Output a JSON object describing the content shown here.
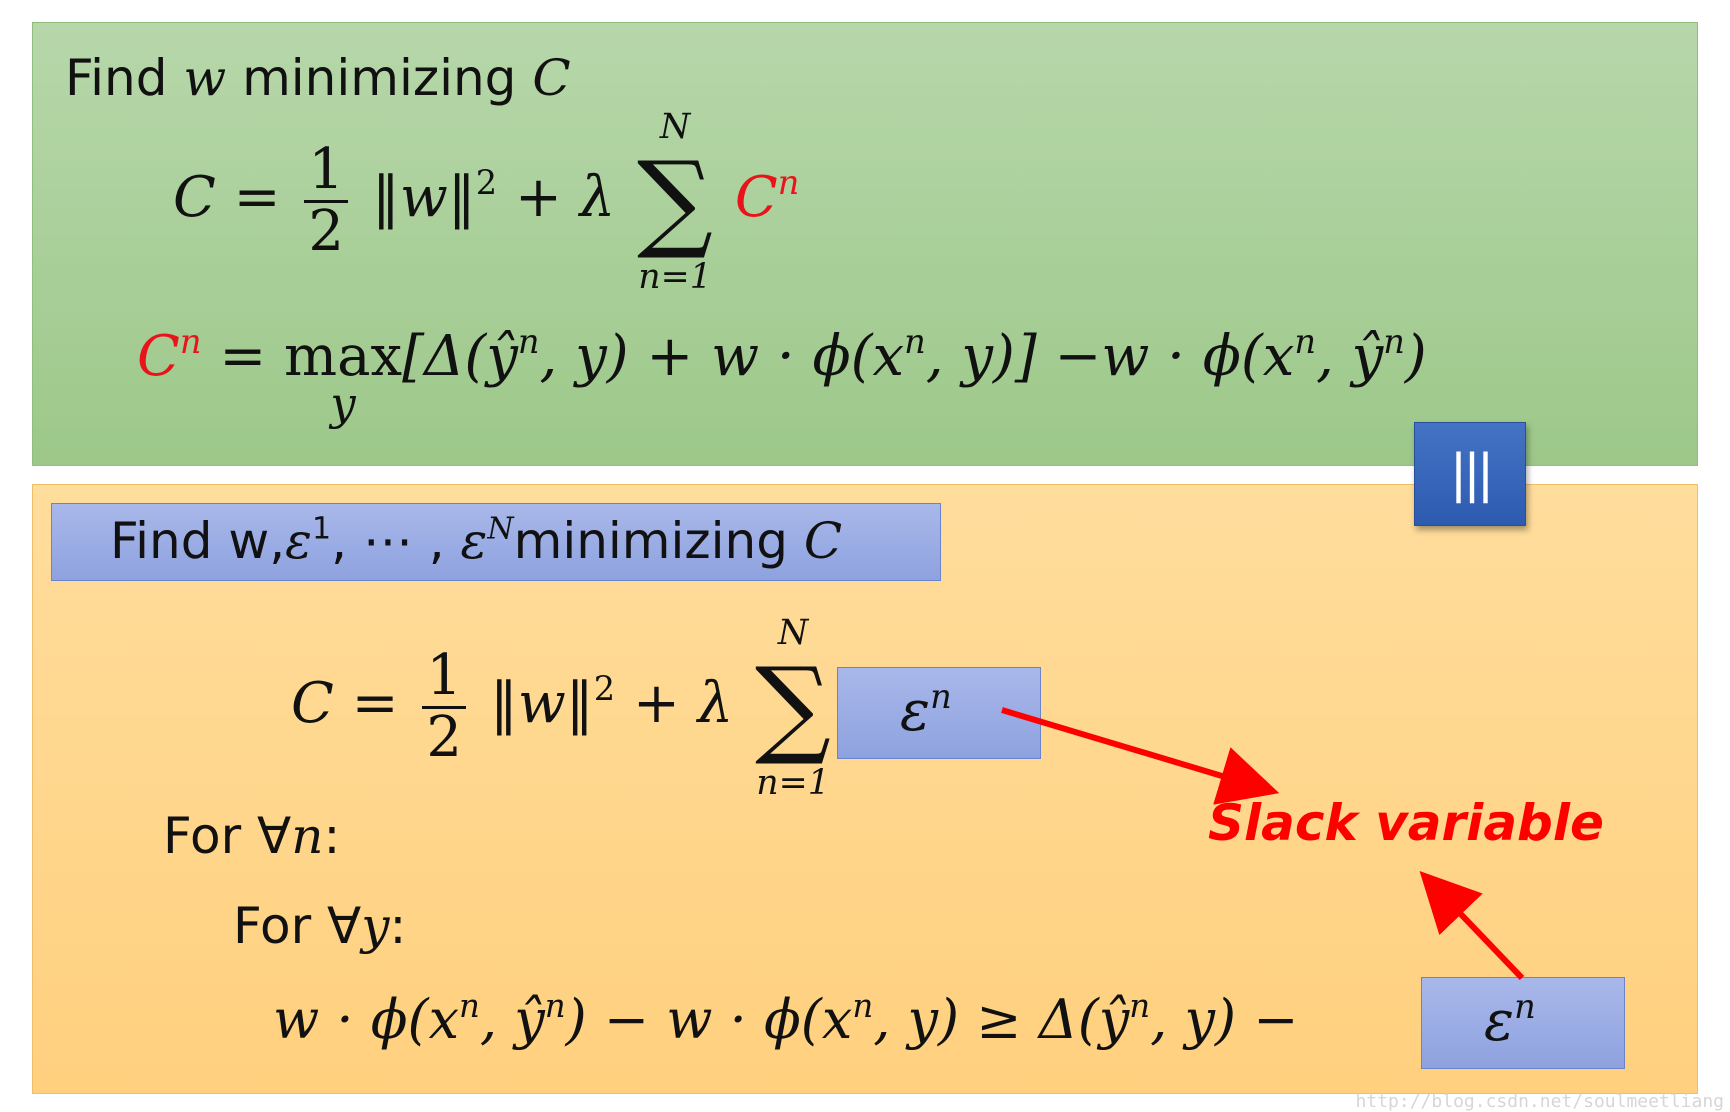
{
  "top_panel": {
    "heading_find": "Find",
    "heading_var": "w",
    "heading_mid": "minimizing",
    "heading_C": "C",
    "cost": {
      "lhs": "C",
      "eq": "=",
      "frac_num": "1",
      "frac_den": "2",
      "norm": "‖w‖",
      "norm_exp": "2",
      "plus_lambda": "+ λ",
      "sum_symbol": "∑",
      "sum_upper": "N",
      "sum_lower": "n=1",
      "term": "C",
      "term_exp": "n"
    },
    "loss": {
      "lhs": "C",
      "lhs_exp": "n",
      "eq": "=",
      "max": "max",
      "max_under": "y",
      "body_1": "[Δ(ŷ",
      "exp_1": "n",
      "body_2": ", y) + w · ϕ(x",
      "exp_2": "n",
      "body_3": ", y)] −w · ϕ(x",
      "exp_3": "n",
      "body_4": ", ŷ",
      "exp_4": "n",
      "body_5": ")"
    }
  },
  "equivalence_badge": "|||",
  "bottom_panel": {
    "heading_box": {
      "find": "Find w,",
      "eps1": "ε",
      "eps1_exp": "1",
      "dots": ", ⋯ , ",
      "epsN": "ε",
      "epsN_exp": "N",
      "mid": "minimizing",
      "C": "C"
    },
    "cost": {
      "lhs": "C",
      "eq": "=",
      "frac_num": "1",
      "frac_den": "2",
      "norm": "‖w‖",
      "norm_exp": "2",
      "plus_lambda": "+ λ",
      "sum_symbol": "∑",
      "sum_upper": "N",
      "sum_lower": "n=1",
      "slack_term": "ε",
      "slack_term_exp": "n"
    },
    "for_n_label": "For ∀",
    "for_n_var": "n",
    "for_n_colon": ":",
    "for_y_label": "For ∀",
    "for_y_var": "y",
    "for_y_colon": ":",
    "constraint": {
      "part_1": "w · ϕ(x",
      "exp_1": "n",
      "part_2": ", ŷ",
      "exp_2": "n",
      "part_3": ") − w · ϕ(x",
      "exp_3": "n",
      "part_4": ", y) ≥ Δ(ŷ",
      "exp_4": "n",
      "part_5": ", y) −",
      "slack": "ε",
      "slack_exp": "n"
    },
    "annotation": "Slack variable"
  },
  "watermark": "http://blog.csdn.net/soulmeetliang",
  "colors": {
    "green_panel": "#a8cf96",
    "orange_panel": "#ffd68a",
    "blue_box": "#8ea2df",
    "badge_blue": "#4472c4",
    "accent_red": "#ff0000"
  }
}
